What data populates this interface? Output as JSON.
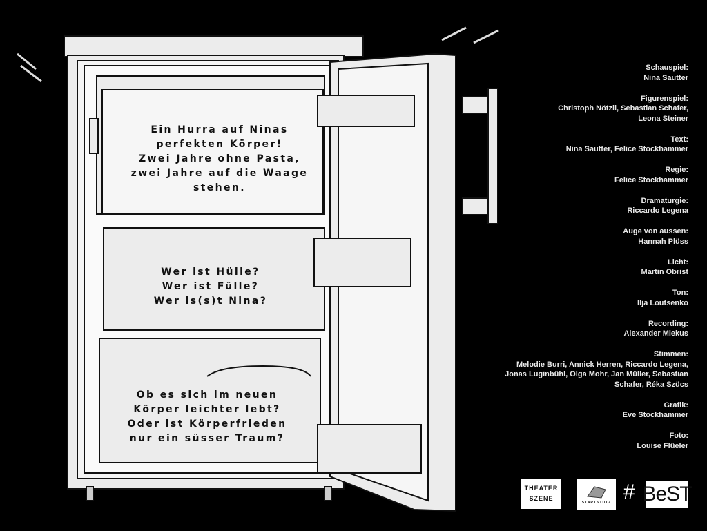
{
  "fridge_texts": {
    "top": "Ein Hurra auf Ninas\nperfekten Körper!\nZwei Jahre ohne Pasta,\nzwei Jahre auf die Waage\nstehen.",
    "middle": "Wer ist Hülle?\nWer ist Fülle?\nWer is(s)t Nina?",
    "bottom": "Ob es sich im neuen\nKörper leichter lebt?\nOder ist Körperfrieden\nnur ein süsser Traum?"
  },
  "credits": [
    {
      "role": "Schauspiel:",
      "names": [
        "Nina Sautter"
      ]
    },
    {
      "role": "Figurenspiel:",
      "names": [
        "Christoph Nötzli, Sebastian Schafer,",
        "Leona Steiner"
      ]
    },
    {
      "role": "Text:",
      "names": [
        "Nina Sautter, Felice Stockhammer"
      ]
    },
    {
      "role": "Regie:",
      "names": [
        "Felice Stockhammer"
      ]
    },
    {
      "role": "Dramaturgie:",
      "names": [
        "Riccardo Legena"
      ]
    },
    {
      "role": "Auge von aussen:",
      "names": [
        "Hannah Plüss"
      ]
    },
    {
      "role": "Licht:",
      "names": [
        "Martin Obrist"
      ]
    },
    {
      "role": "Ton:",
      "names": [
        "Ilja Loutsenko"
      ]
    },
    {
      "role": "Recording:",
      "names": [
        "Alexander Mlekus"
      ]
    },
    {
      "role": "Stimmen:",
      "names": [
        "Melodie Burri, Annick Herren, Riccardo Legena,",
        "Jonas Luginbühl, Olga Mohr, Jan Müller, Sebastian",
        "Schafer, Réka Szücs"
      ]
    },
    {
      "role": "Grafik:",
      "names": [
        "Eve Stockhammer"
      ]
    },
    {
      "role": "Foto:",
      "names": [
        "Louise Flüeler"
      ]
    }
  ],
  "logos": {
    "theater_szene": "THEATER SZENE",
    "startstutz": "STARTSTUTZ",
    "hash": "#",
    "best": "BeST"
  }
}
